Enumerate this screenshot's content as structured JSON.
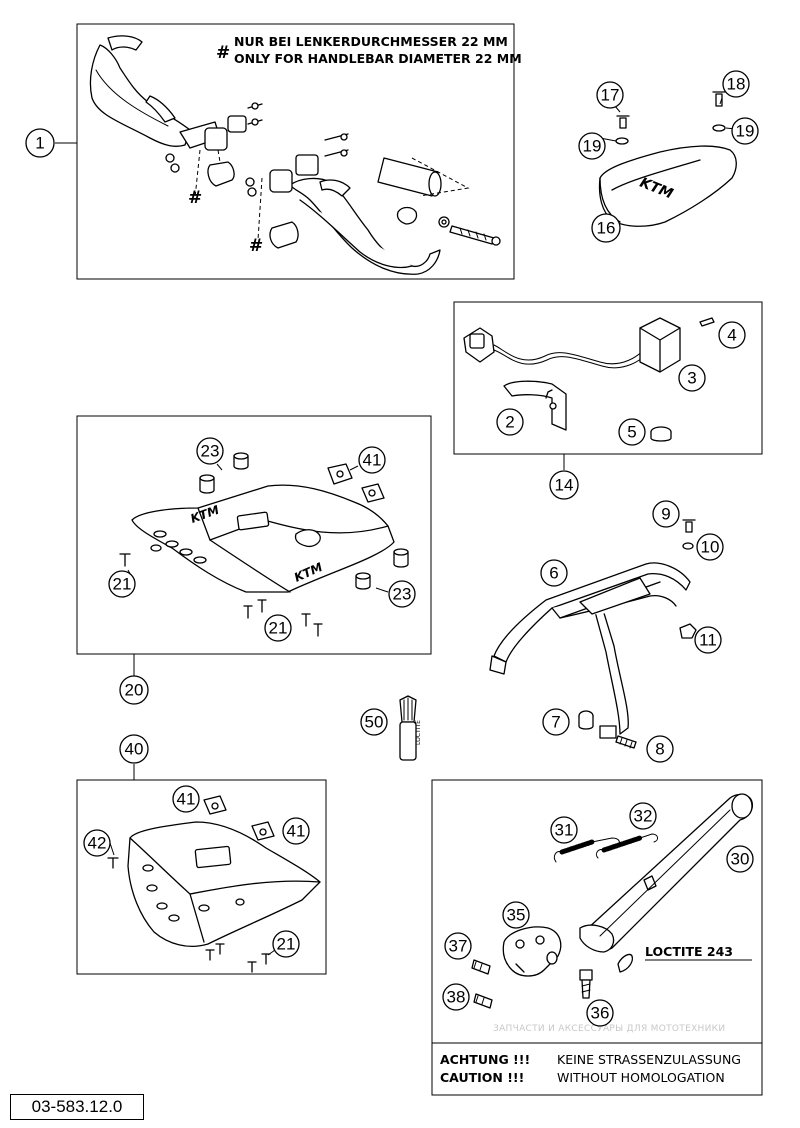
{
  "diagram_code": "03-583.12.0",
  "notes": {
    "handlebar_line1": "NUR BEI LENKERDURCHMESSER 22 MM",
    "handlebar_line2": "ONLY FOR HANDLEBAR DIAMETER 22 MM",
    "hash_symbol": "#",
    "loctite": "LOCTITE 243"
  },
  "warning": {
    "achtung": "ACHTUNG !!!",
    "achtung_text": "KEINE STRASSENZULASSUNG",
    "caution": "CAUTION !!!",
    "caution_text": "WITHOUT HOMOLOGATION"
  },
  "watermark": "ЗАПЧАСТИ И АКСЕССУАРЫ ДЛЯ МОТОТЕХНИКИ",
  "logo_text": "KTM",
  "cap_label": "LOCTITE",
  "callouts": {
    "c1": "1",
    "c2": "2",
    "c3": "3",
    "c4": "4",
    "c5": "5",
    "c6": "6",
    "c7": "7",
    "c8": "8",
    "c9": "9",
    "c10": "10",
    "c11": "11",
    "c14": "14",
    "c16": "16",
    "c17": "17",
    "c18": "18",
    "c19a": "19",
    "c19b": "19",
    "c20": "20",
    "c21a": "21",
    "c21b": "21",
    "c21c": "21",
    "c23a": "23",
    "c23b": "23",
    "c30": "30",
    "c31": "31",
    "c32": "32",
    "c35": "35",
    "c36": "36",
    "c37": "37",
    "c38": "38",
    "c40": "40",
    "c41a": "41",
    "c41b": "41",
    "c41c": "41",
    "c42": "42",
    "c50": "50"
  }
}
